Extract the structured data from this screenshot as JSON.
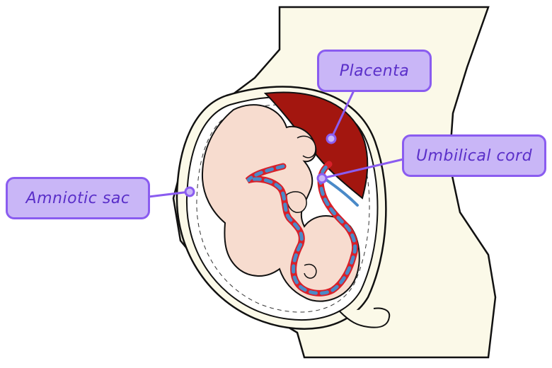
{
  "labels": {
    "placenta": "Placenta",
    "umbilical_cord": "Umbilical cord",
    "amniotic_sac": "Amniotic sac"
  },
  "colors": {
    "label_fill": "#c9b6f7",
    "label_border": "#8a5cf0",
    "label_text": "#5a2fc9",
    "body_skin": "#fbf9e8",
    "fetus_skin": "#f7dccf",
    "placenta": "#a3160f",
    "cord_red": "#d8202a",
    "cord_blue": "#4a8ac8"
  }
}
